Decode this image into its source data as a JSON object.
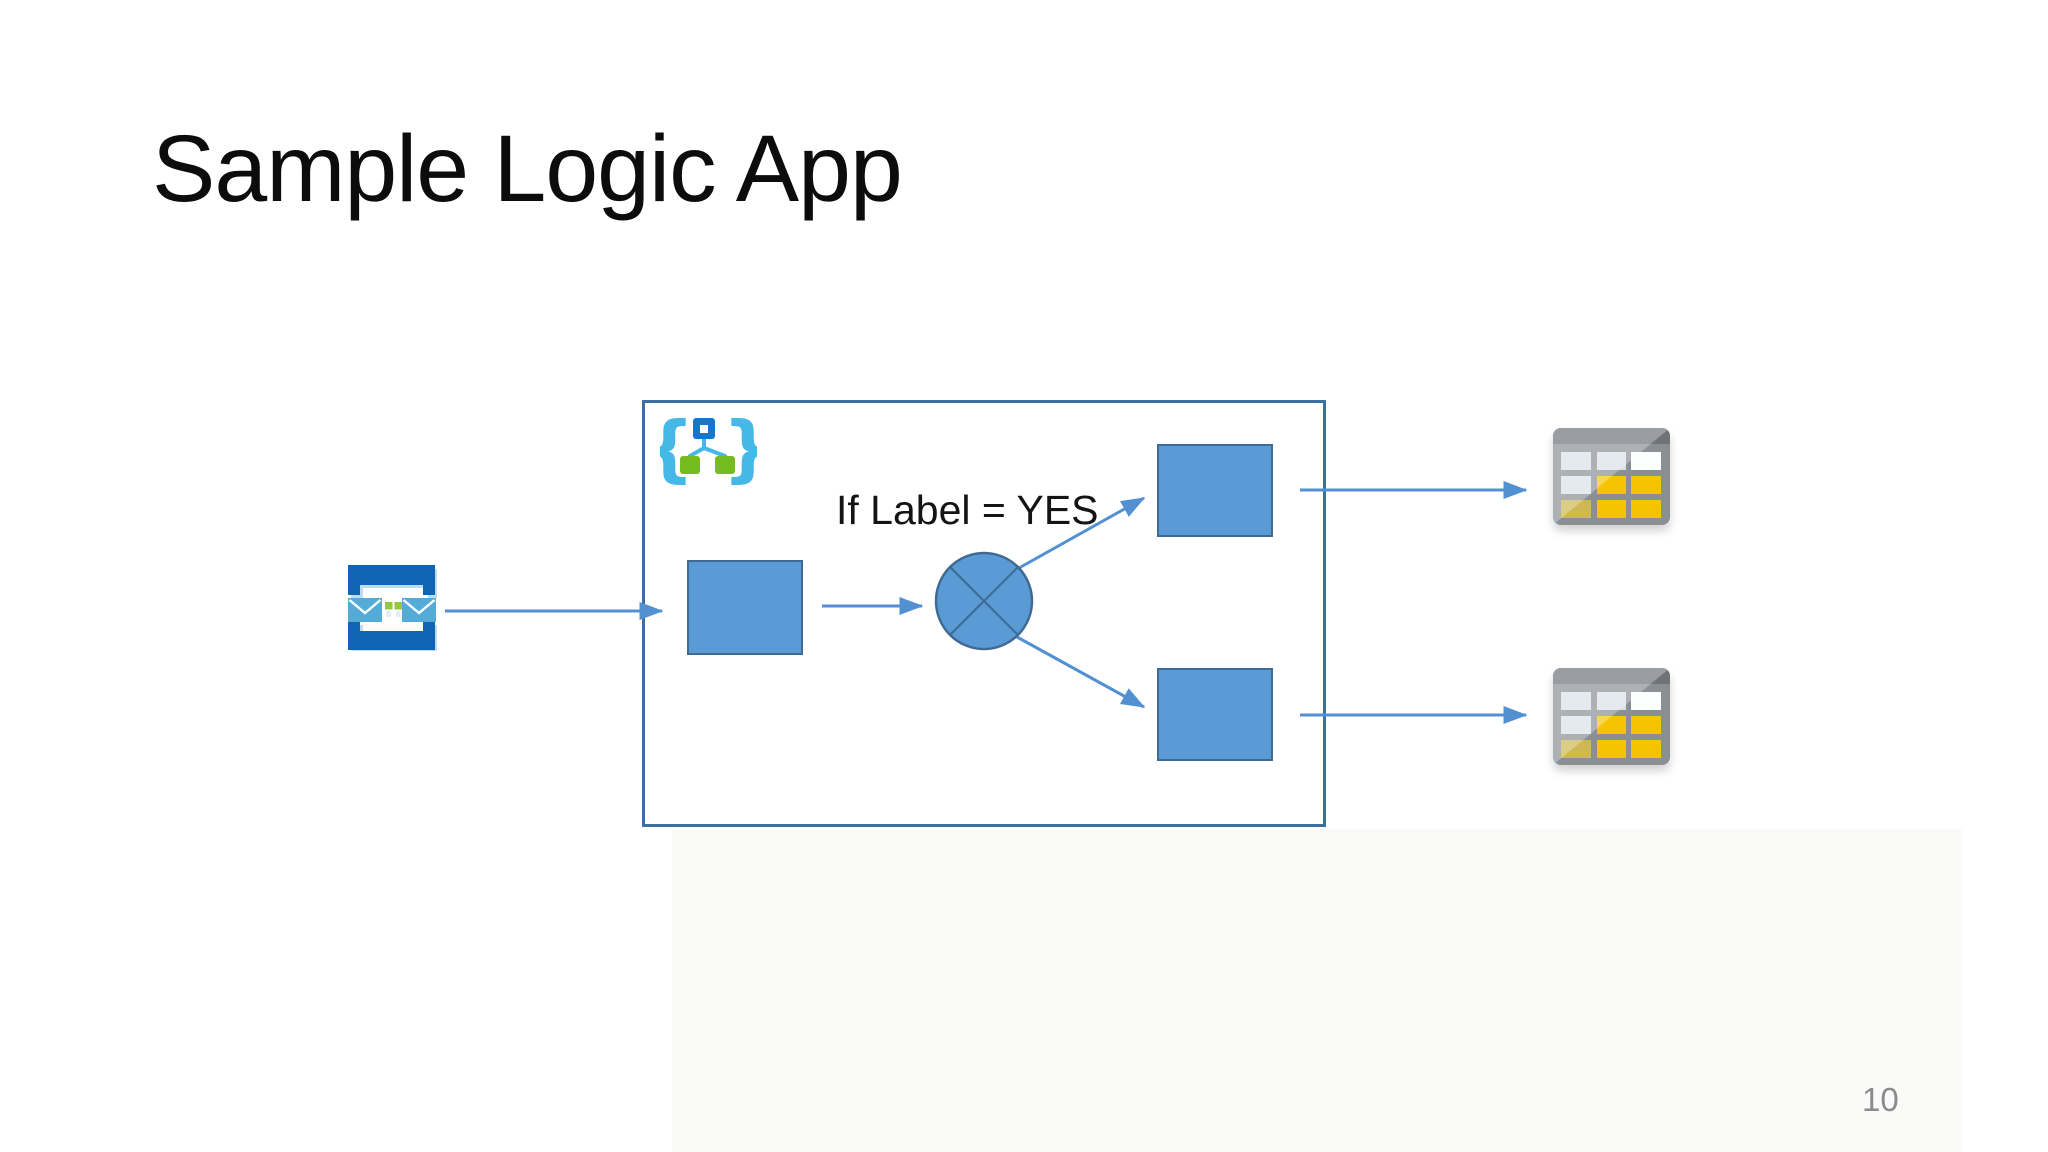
{
  "slide": {
    "title": "Sample Logic App",
    "page_number": "10"
  },
  "diagram": {
    "condition_label": "If Label = YES",
    "nodes": {
      "trigger_icon": "azure-service-bus-queue",
      "container_icon": "azure-logic-app",
      "action_shape": "blue-rectangle",
      "decision_shape": "circle-with-cross",
      "branch_top_shape": "blue-rectangle",
      "branch_bottom_shape": "blue-rectangle",
      "output_top_icon": "azure-table-storage",
      "output_bottom_icon": "azure-table-storage"
    },
    "colors": {
      "shape_fill": "#5B9BD5",
      "shape_border": "#3E6A96",
      "connector_blue": "#5290D2",
      "container_border": "#3C6E9F",
      "logic_app_brace_blue": "#45B8E8",
      "logic_app_green": "#76BC21",
      "logic_app_dark_blue": "#1377CE",
      "service_bus_bracket_blue": "#1164B4",
      "envelope_blue": "#54ACD6",
      "service_bus_green": "#94C83D",
      "table_frame_gray": "#8A8F94",
      "table_header_gray": "#6F7378",
      "table_cell_light": "#D8E1E8",
      "table_cell_yellow": "#F5C400",
      "title_color": "#0C0C0C",
      "page_number_color": "#8B8B8B"
    }
  }
}
